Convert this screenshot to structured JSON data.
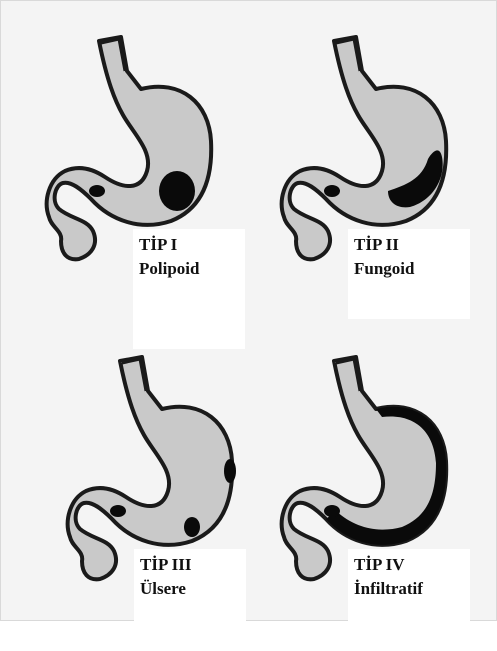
{
  "types": [
    {
      "title": "TİP I",
      "subtitle": "Polipoid"
    },
    {
      "title": "TİP II",
      "subtitle": "Fungoid"
    },
    {
      "title": "TİP III",
      "subtitle": "Ülsere"
    },
    {
      "title": "TİP IV",
      "subtitle": "İnfiltratif"
    }
  ],
  "colors": {
    "stomach_fill": "#c9c9c9",
    "outline": "#1a1a1a",
    "lesion": "#0a0a0a",
    "background": "#f4f4f4"
  }
}
